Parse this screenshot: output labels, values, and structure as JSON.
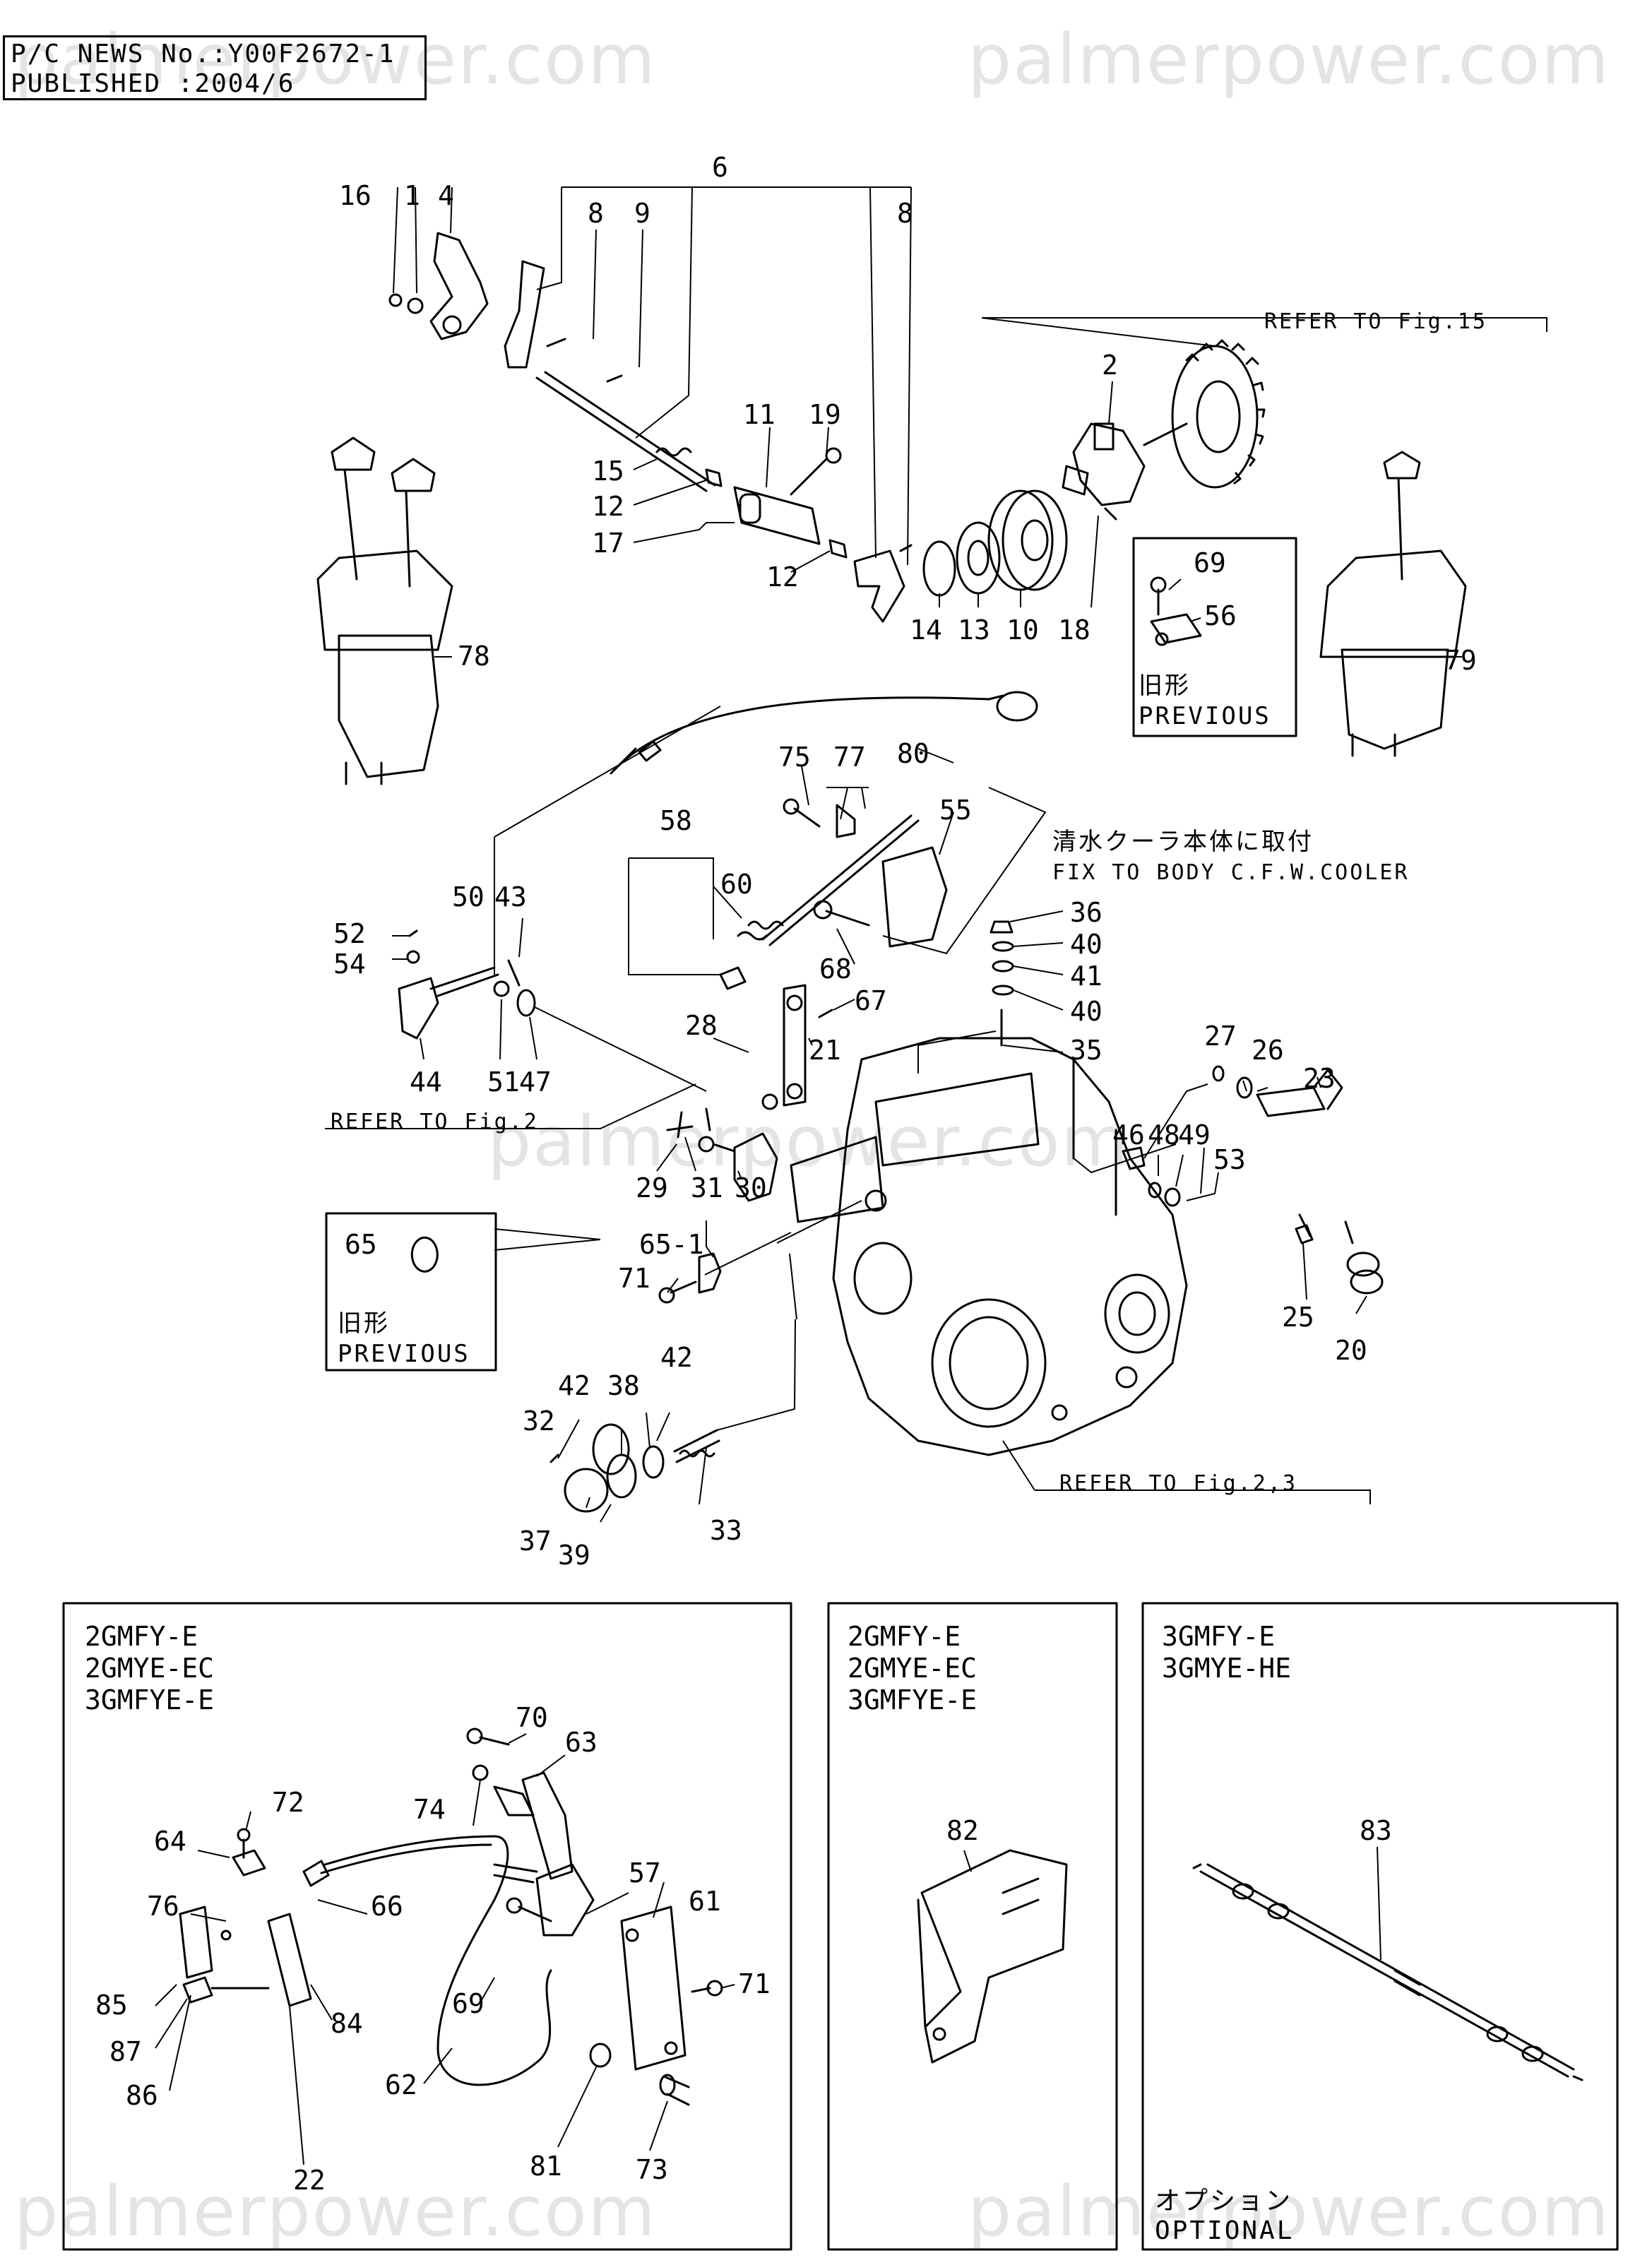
{
  "header": {
    "news_no": "P/C NEWS No.:Y00F2672-1",
    "published": "PUBLISHED :2004/6"
  },
  "watermarks": [
    "palmerpower.com",
    "palmerpower.com",
    "palmerpower.com",
    "palmerpower.com",
    "palmerpower.com"
  ],
  "refs": {
    "fig15": "REFER TO Fig.15",
    "fig2": "REFER TO Fig.2",
    "fig23": "REFER TO Fig.2,3"
  },
  "notes": {
    "fix_jp": "清水クーラ本体に取付",
    "fix_en": "FIX TO BODY C.F.W.COOLER",
    "prev_jp": "旧形",
    "prev_en": "PREVIOUS",
    "opt_jp": "オプション",
    "opt_en": "OPTIONAL"
  },
  "panels": {
    "left": {
      "models": [
        "2GMFY-E",
        "2GMYE-EC",
        "3GMFYE-E"
      ]
    },
    "middle": {
      "models": [
        "2GMFY-E",
        "2GMYE-EC",
        "3GMFYE-E"
      ]
    },
    "right": {
      "models": [
        "3GMFY-E",
        "3GMYE-HE"
      ]
    }
  },
  "part_labels": {
    "p16": "16",
    "p1": "1",
    "p4": "4",
    "p6": "6",
    "p8a": "8",
    "p9": "9",
    "p8b": "8",
    "p11": "11",
    "p19": "19",
    "p2": "2",
    "p15": "15",
    "p12a": "12",
    "p17": "17",
    "p12b": "12",
    "p14": "14",
    "p13": "13",
    "p10": "10",
    "p18": "18",
    "p69a": "69",
    "p56": "56",
    "p78": "78",
    "p79": "79",
    "p80": "80",
    "p75": "75",
    "p77": "77",
    "p55": "55",
    "p58": "58",
    "p60": "60",
    "p36": "36",
    "p40a": "40",
    "p41": "41",
    "p40b": "40",
    "p35": "35",
    "p68": "68",
    "p50": "50",
    "p43": "43",
    "p52": "52",
    "p54": "54",
    "p67": "67",
    "p21": "21",
    "p28": "28",
    "p44": "44",
    "p51": "51",
    "p47": "47",
    "p27": "27",
    "p26": "26",
    "p23": "23",
    "p46": "46",
    "p48": "48",
    "p49": "49",
    "p53": "53",
    "p29": "29",
    "p31": "31",
    "p30": "30",
    "p65": "65",
    "p65_1": "65-1",
    "p71a": "71",
    "p25": "25",
    "p20": "20",
    "p42a": "42",
    "p38": "38",
    "p42b": "42",
    "p32": "32",
    "p37": "37",
    "p39": "39",
    "p33": "33",
    "p70": "70",
    "p63": "63",
    "p72": "72",
    "p74": "74",
    "p64": "64",
    "p57": "57",
    "p61": "61",
    "p76": "76",
    "p66": "66",
    "p71b": "71",
    "p85": "85",
    "p69b": "69",
    "p84": "84",
    "p87": "87",
    "p62": "62",
    "p22": "22",
    "p81": "81",
    "p86": "86",
    "p73": "73",
    "p82": "82",
    "p83": "83"
  }
}
